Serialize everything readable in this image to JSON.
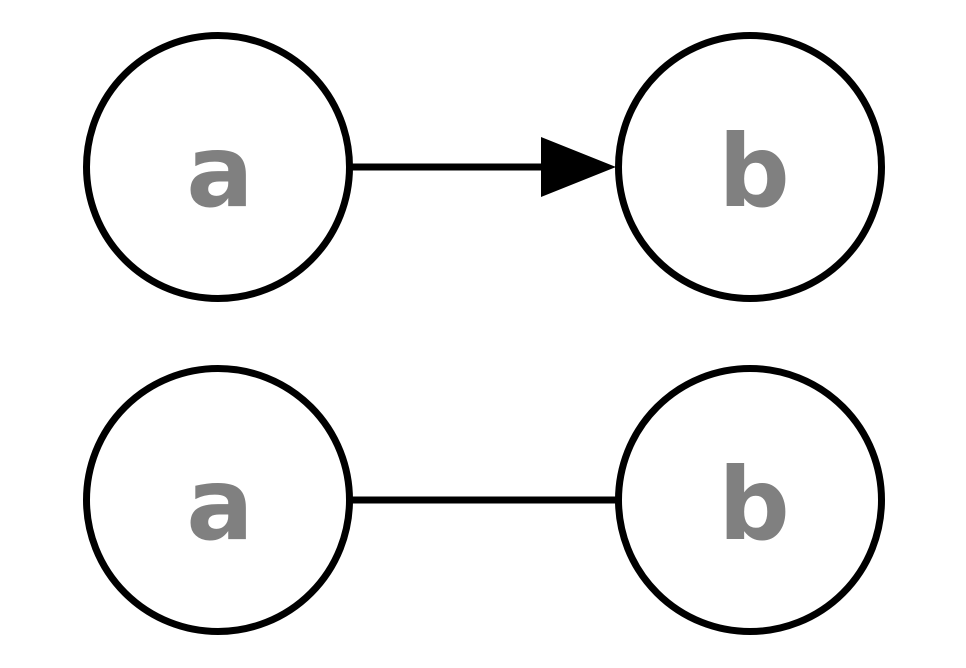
{
  "diagram": {
    "description": "Two two-node graphs: a directed edge a to b (top) and an undirected edge a to b (bottom)",
    "colors": {
      "stroke": "#000000",
      "label": "#808080",
      "background": "#ffffff"
    },
    "graphs": [
      {
        "name": "directed",
        "edge": {
          "from": "a",
          "to": "b",
          "directed": true,
          "arrowhead": "normal"
        }
      },
      {
        "name": "undirected",
        "edge": {
          "from": "a",
          "to": "b",
          "directed": false,
          "arrowhead": "none"
        }
      }
    ]
  }
}
